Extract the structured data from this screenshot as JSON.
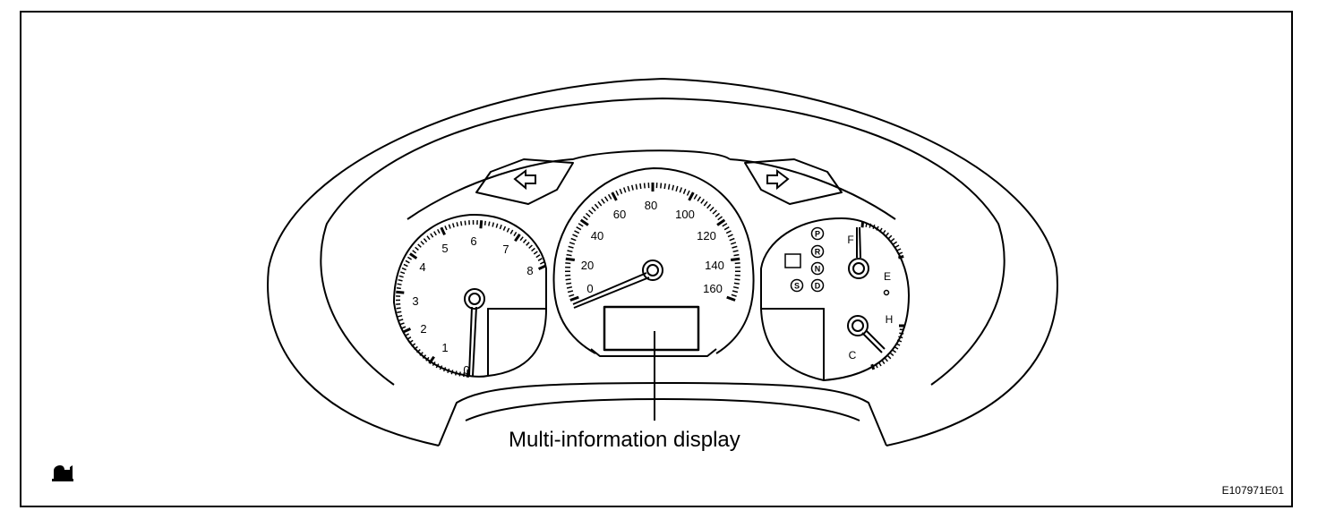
{
  "callout_label": "Multi-information display",
  "figure_code": "E107971E01",
  "tachometer": {
    "labels": [
      "0",
      "1",
      "2",
      "3",
      "4",
      "5",
      "6",
      "7",
      "8"
    ]
  },
  "speedometer": {
    "labels": [
      "0",
      "20",
      "40",
      "60",
      "80",
      "100",
      "120",
      "140",
      "160"
    ]
  },
  "fuel_gauge": {
    "full_label": "F",
    "empty_label": "E"
  },
  "temp_gauge": {
    "hot_label": "H",
    "cold_label": "C"
  },
  "shift_indicators": [
    "P",
    "R",
    "N",
    "D"
  ],
  "sport_indicator": "S",
  "icons": [
    "turn-left-arrow-icon",
    "turn-right-arrow-icon",
    "manual-reference-icon"
  ]
}
